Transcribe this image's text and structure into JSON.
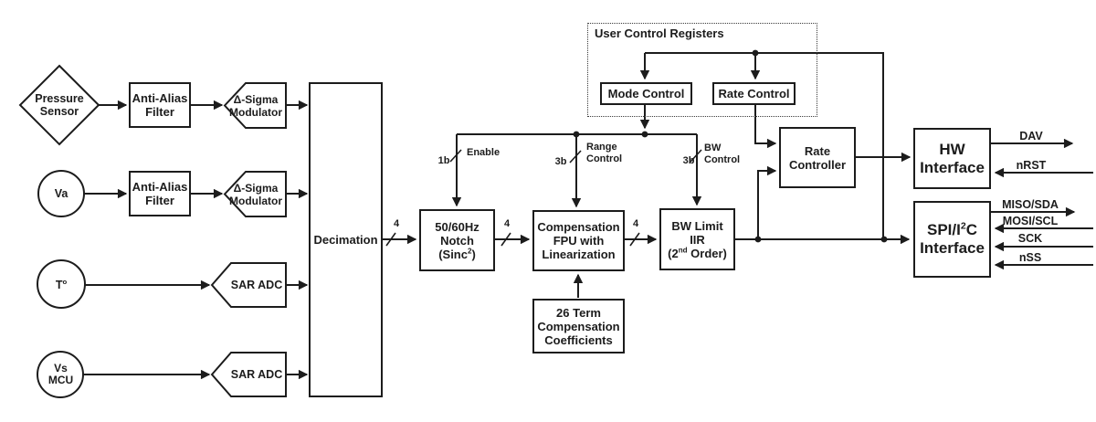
{
  "colors": {
    "line": "#1c1c1c",
    "background": "#ffffff"
  },
  "sources": {
    "pressure": {
      "line1": "Pressure",
      "line2": "Sensor"
    },
    "va": {
      "label": "Va"
    },
    "temp": {
      "base": "T",
      "sup": "o"
    },
    "vs": {
      "line1": "Vs",
      "line2": "MCU"
    }
  },
  "afe": {
    "aa1": {
      "line1": "Anti-Alias",
      "line2": "Filter"
    },
    "aa2": {
      "line1": "Anti-Alias",
      "line2": "Filter"
    },
    "dsm1": {
      "line1": "Δ-Sigma",
      "line2": "Modulator"
    },
    "dsm2": {
      "line1": "Δ-Sigma",
      "line2": "Modulator"
    },
    "sar1": {
      "label": "SAR ADC"
    },
    "sar2": {
      "label": "SAR ADC"
    },
    "decimation": {
      "label": "Decimation"
    }
  },
  "dsp": {
    "notch": {
      "line1": "50/60Hz",
      "line2": "Notch",
      "l3a": "(Sinc",
      "l3sup": "2",
      "l3b": ")"
    },
    "fpu": {
      "line1": "Compensation",
      "line2": "FPU with",
      "line3": "Linearization"
    },
    "iir": {
      "line1": "BW Limit",
      "line2": "IIR",
      "l3a": "(2",
      "l3sup": "nd",
      "l3b": " Order)"
    },
    "coeffs": {
      "line1": "26 Term",
      "line2": "Compensation",
      "line3": "Coefficients"
    }
  },
  "control": {
    "registers_title": "User Control Registers",
    "mode_label": "Mode Control",
    "rate_label": "Rate Control",
    "rate_controller": {
      "line1": "Rate",
      "line2": "Controller"
    }
  },
  "interfaces": {
    "hw": {
      "line1": "HW",
      "line2": "Interface"
    },
    "spi": {
      "l1a": "SPI/I",
      "l1sup": "2",
      "l1b": "C",
      "line2": "Interface"
    }
  },
  "buses": {
    "dec_width": "4",
    "notch_width": "4",
    "fpu_width": "4",
    "enable": {
      "bits": "1b",
      "label": "Enable"
    },
    "range": {
      "bits": "3b",
      "line1": "Range",
      "line2": "Control"
    },
    "bw": {
      "bits": "3b",
      "line1": "BW",
      "line2": "Control"
    }
  },
  "pins": {
    "dav": "DAV",
    "nrst": "nRST",
    "miso": "MISO/SDA",
    "mosi": "MOSI/SCL",
    "sck": "SCK",
    "nss": "nSS"
  }
}
